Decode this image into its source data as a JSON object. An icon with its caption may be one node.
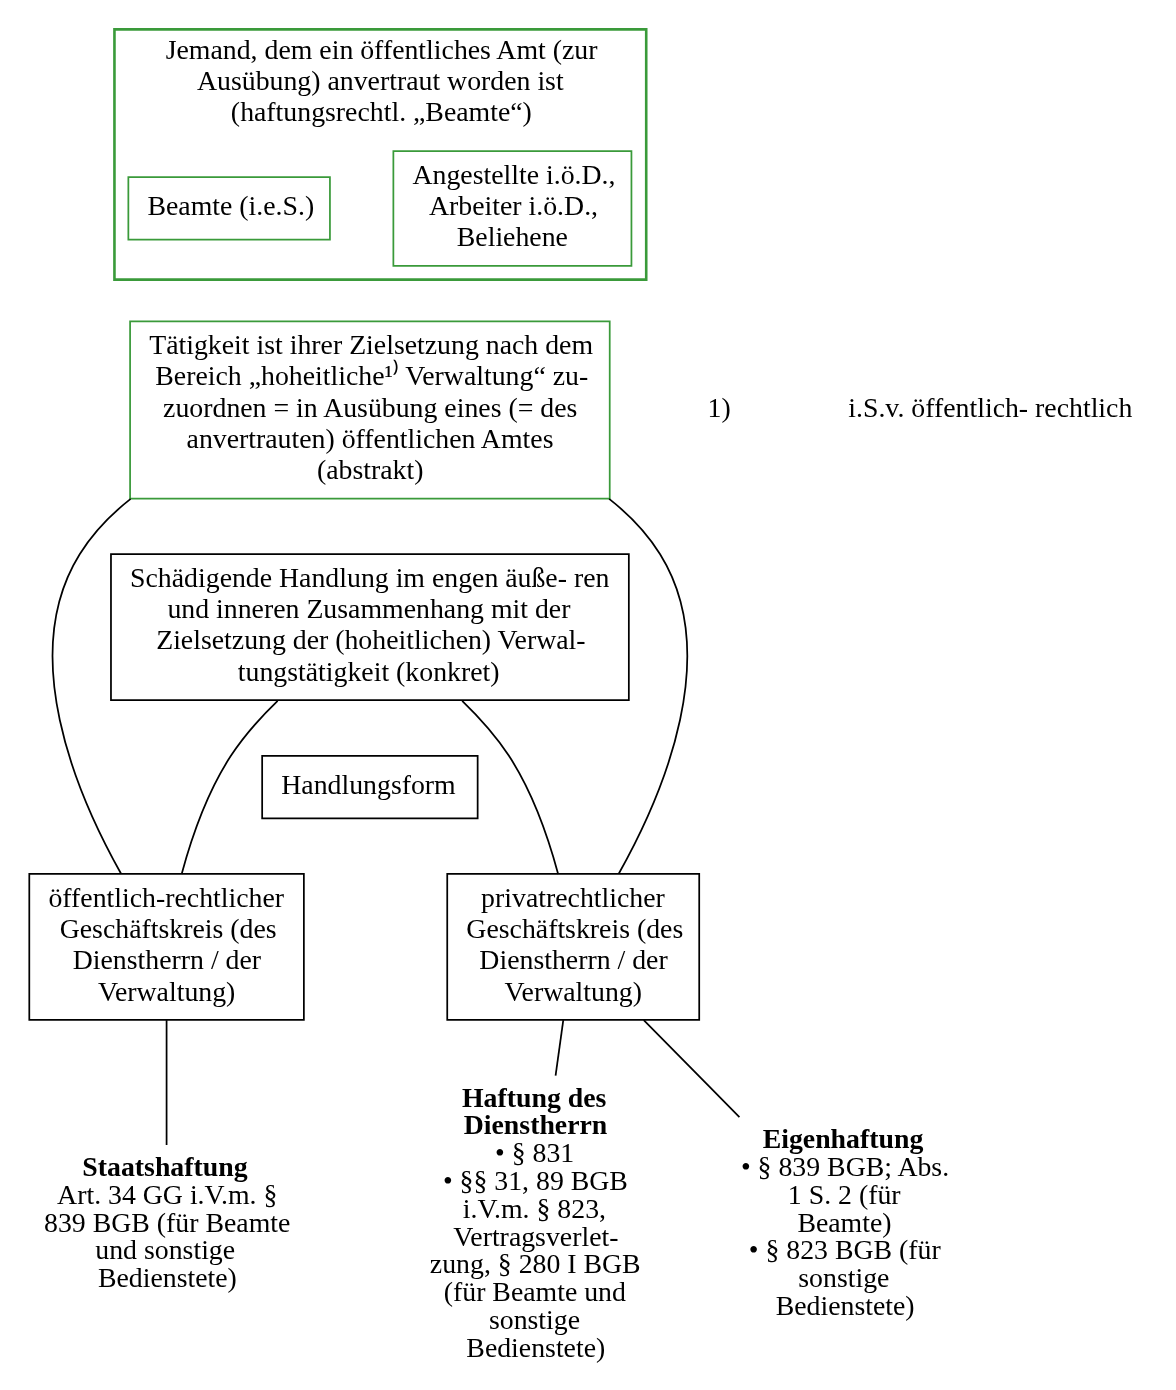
{
  "diagram": {
    "nodes": [
      {
        "text": [
          "Jemand, dem ein öffentliches Amt (zur Ausübung) anvertraut worden ist (haftungsrechtl. „Beamte“)"
        ]
      },
      {
        "text": [
          "Angestellte i.ö.D., Arbeiter i.ö.D., Beliehene"
        ],
        "in": 0
      },
      {
        "text": [
          "Beamte (i.e.S.)"
        ],
        "in": 0
      },
      {
        "text": [
          "Tätigkeit ist ihrer Zielsetzung nach dem Bereich „hoheitliche¹⁾ Verwaltung“ zu- zuordnen = in Ausübung eines (= des anvertrauten) öffentlichen Amtes (abstrakt)"
        ]
      },
      {
        "text": [
          "Schädigende Handlung im engen äuße- ren und inneren Zusammenhang mit der Zielsetzung der (hoheitlichen) Verwal- tungstätigkeit (konkret)"
        ]
      },
      {
        "text": [
          "Handlungsform"
        ]
      },
      {
        "text": [
          "öffentlich-rechtlicher Geschäftskreis (des Dienstherrn / der Verwaltung)"
        ]
      },
      {
        "text": [
          "privatrechtlicher Geschäftskreis (des Dienstherrn / der Verwaltung)"
        ]
      },
      {
        "text": [
          "Staatshaftung",
          "Art. 34 GG i.V.m. § 839 BGB (für Beamte und sonstige Bedienstete)"
        ]
      },
      {
        "text": [
          "Eigenhaftung",
          "• § 839 BGB; Abs. 1 S. 2 (für Beamte)",
          "• § 823 BGB (für sonstige Bedienstete)"
        ]
      },
      {
        "text": [
          "Haftung des Dienstherrn",
          "• § 831",
          "• §§ 31, 89 BGB i.V.m. § 823, Vertragsverlet- zung, § 280 I BGB",
          "(für Beamte und sonstige Bedienstete)"
        ]
      }
    ],
    "edges": [
      {
        "from": 3,
        "to": 6,
        "arrow": "none"
      },
      {
        "from": 4,
        "to": 6,
        "arrow": "none"
      },
      {
        "from": 3,
        "to": 7,
        "arrow": "none"
      },
      {
        "from": 4,
        "to": 7,
        "arrow": "none"
      },
      {
        "from": 6,
        "to": 8,
        "arrow": "none"
      },
      {
        "from": 7,
        "to": 9,
        "arrow": "none"
      },
      {
        "from": 7,
        "to": 10,
        "arrow": "none"
      }
    ],
    "labels": [
      "1)",
      "i.S.v. öffentlich- rechtlich"
    ]
  }
}
